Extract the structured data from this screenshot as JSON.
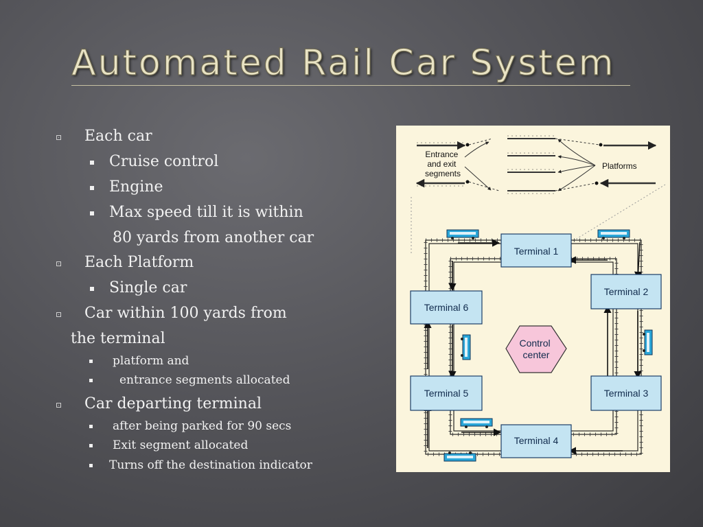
{
  "slide": {
    "title": "Automated Rail Car System"
  },
  "bullets": [
    {
      "level": 1,
      "text": "Each car"
    },
    {
      "level": 2,
      "text": "Cruise control"
    },
    {
      "level": 2,
      "text": "Engine"
    },
    {
      "level": 2,
      "text": "Max speed  till  it is within"
    },
    {
      "level": 0,
      "text": "80 yards from another car"
    },
    {
      "level": 1,
      "text": "Each Platform"
    },
    {
      "level": 2,
      "text": "Single car"
    },
    {
      "level": 1,
      "text": "Car within 100 yards from"
    },
    {
      "level": 0,
      "text": "the terminal"
    },
    {
      "level": 3,
      "text": "platform and"
    },
    {
      "level": 3,
      "text": "entrance segments allocated"
    },
    {
      "level": 1,
      "text": "Car departing terminal"
    },
    {
      "level": 3,
      "text": "after being parked for  90 secs"
    },
    {
      "level": 3,
      "text": "Exit segment  allocated"
    },
    {
      "level": 3,
      "text": "Turns off the destination indicator"
    }
  ],
  "diagram": {
    "inset": {
      "entrance_label": "Entrance\nand exit\nsegments",
      "platforms_label": "Platforms"
    },
    "terminals": {
      "t1": "Terminal 1",
      "t2": "Terminal 2",
      "t3": "Terminal 3",
      "t4": "Terminal 4",
      "t5": "Terminal 5",
      "t6": "Terminal 6"
    },
    "control_center": "Control\ncenter",
    "colors": {
      "terminal_fill": "#c4e4f2",
      "control_fill": "#f7c6da",
      "car": "#2aa6d8",
      "background": "#fbf5dd"
    }
  }
}
